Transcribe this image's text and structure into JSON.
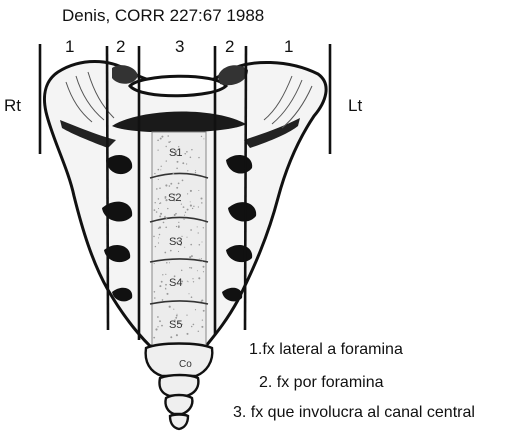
{
  "figure": {
    "title": "Denis, CORR 227:67 1988",
    "zones": [
      "1",
      "2",
      "3",
      "2",
      "1"
    ],
    "side_right": "Rt",
    "side_left": "Lt",
    "segments": [
      "S1",
      "S2",
      "S3",
      "S4",
      "S5"
    ],
    "coccyx": "Co",
    "legend": [
      "1.fx lateral a foramina",
      "2. fx por foramina",
      "3. fx que involucra al canal central"
    ],
    "colors": {
      "ink": "#111111",
      "bone_fill": "#f4f4f4",
      "stipple": "#9a9a9a"
    }
  }
}
